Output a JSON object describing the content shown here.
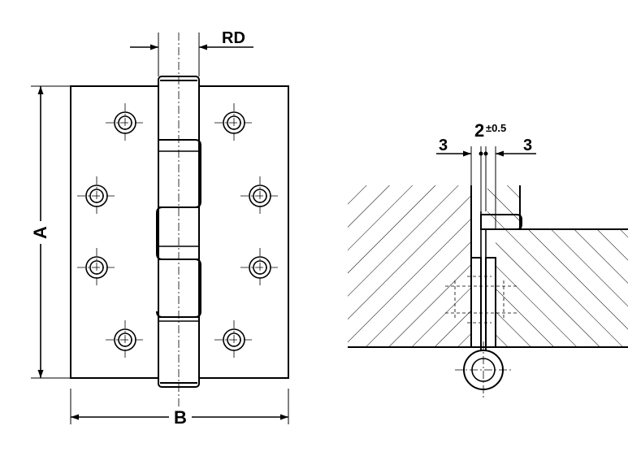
{
  "labels": {
    "rd": "RD",
    "a": "A",
    "b": "B",
    "gap_left": "3",
    "gap_mid": "2",
    "gap_mid_tol": "±0.5",
    "gap_right": "3"
  }
}
